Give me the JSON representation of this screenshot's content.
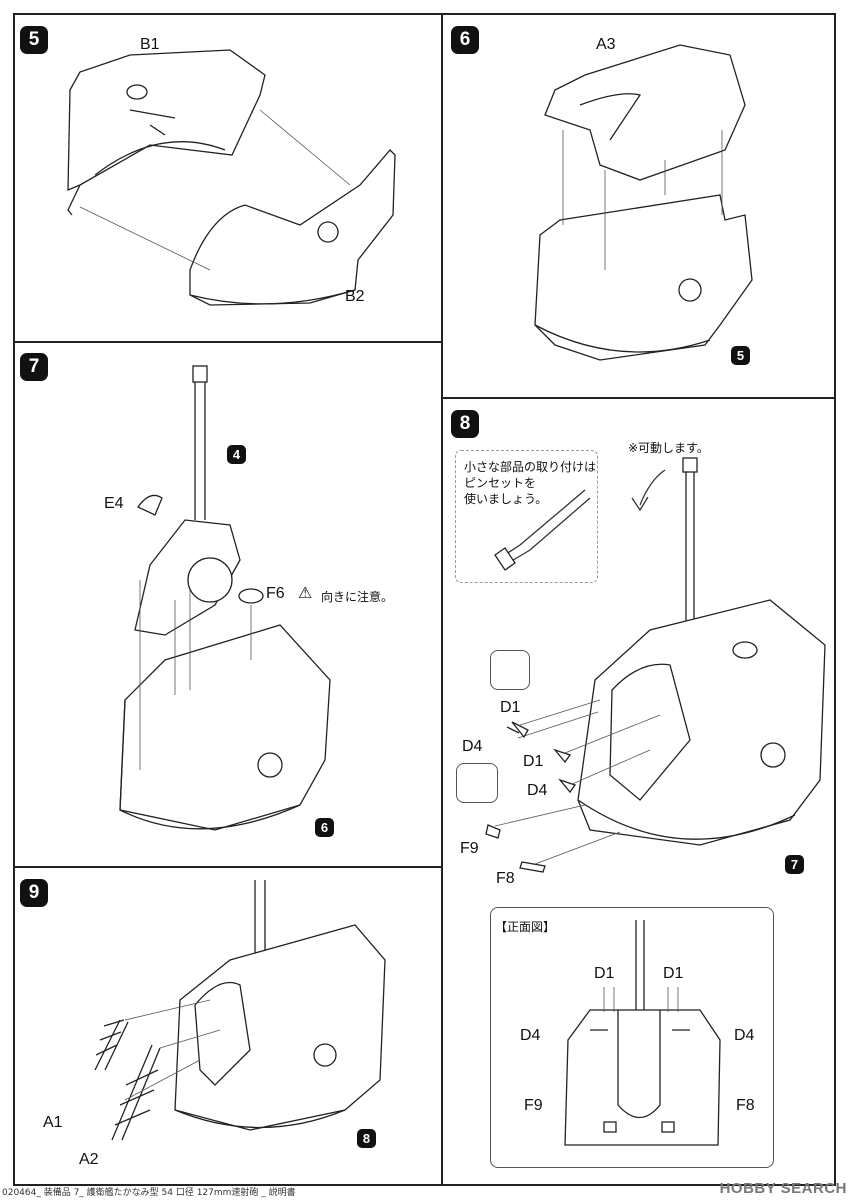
{
  "steps": {
    "s5": {
      "number": "5",
      "labels": {
        "b1": "B1",
        "b2": "B2"
      }
    },
    "s6": {
      "number": "6",
      "labels": {
        "a3": "A3"
      },
      "ref": "5"
    },
    "s7": {
      "number": "7",
      "ref_barrel": "4",
      "labels": {
        "e4": "E4",
        "f6": "F6"
      },
      "caution": "向きに注意。",
      "ref": "6"
    },
    "s8": {
      "number": "8",
      "movable_note": "※可動します。",
      "tip": [
        "小さな部品の取り付けは",
        "ピンセットを",
        "使いましょう。"
      ],
      "labels": {
        "d1a": "D1",
        "d4a": "D4",
        "d1b": "D1",
        "d4b": "D4",
        "f9": "F9",
        "f8": "F8"
      },
      "ref": "7",
      "front_view": {
        "title": "【正面図】",
        "d1l": "D1",
        "d1r": "D1",
        "d4l": "D4",
        "d4r": "D4",
        "f9": "F9",
        "f8": "F8"
      }
    },
    "s9": {
      "number": "9",
      "labels": {
        "a1": "A1",
        "a2": "A2"
      },
      "ref": "8"
    }
  },
  "footer": "020464_ 装備品 7_ 護衛艦たかなみ型 54 口径 127mm速射砲 _ 説明書",
  "watermark": "HOBBY SEARCH"
}
